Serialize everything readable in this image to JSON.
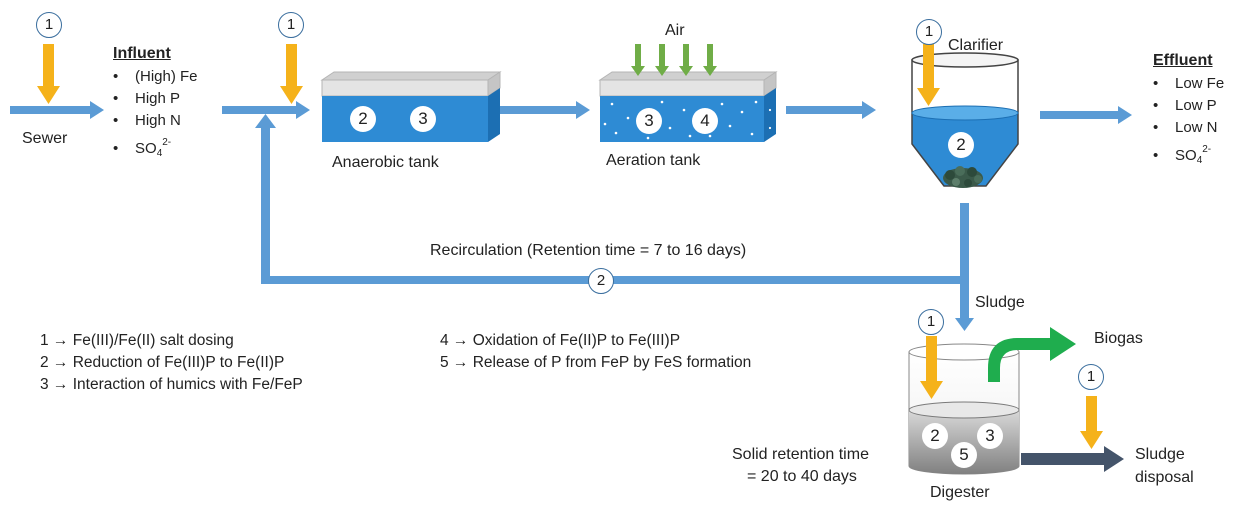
{
  "colors": {
    "flow": "#5b9bd5",
    "dosing": "#f5b21a",
    "biogas": "#1fad4e",
    "sludge_out": "#44546a",
    "water": "#2e8bd4",
    "air": "#70ad47"
  },
  "sewer_label": "Sewer",
  "influent": {
    "title": "Influent",
    "items": [
      "(High) Fe",
      "High P",
      "High N",
      "SO"
    ],
    "so4_sub": "4",
    "so4_sup": "2-"
  },
  "effluent": {
    "title": "Effluent",
    "items": [
      "Low Fe",
      "Low P",
      "Low N",
      "SO"
    ],
    "so4_sub": "4",
    "so4_sup": "2-"
  },
  "anaerobic_tank": {
    "label": "Anaerobic tank",
    "markers": [
      "2",
      "3"
    ]
  },
  "aeration_tank": {
    "label": "Aeration tank",
    "air_label": "Air",
    "markers": [
      "3",
      "4"
    ]
  },
  "clarifier": {
    "label": "Clarifier",
    "marker": "2"
  },
  "dosing_marker": "1",
  "recirculation": {
    "label": "Recirculation (Retention time = 7 to 16 days)",
    "marker": "2"
  },
  "sludge_label": "Sludge",
  "biogas_label": "Biogas",
  "digester": {
    "label": "Digester",
    "markers": [
      "2",
      "3",
      "5"
    ],
    "srt_line1": "Solid retention time",
    "srt_line2": "= 20 to 40 days"
  },
  "sludge_disposal": {
    "line1": "Sludge",
    "line2": "disposal"
  },
  "legend_left": [
    "1 → Fe(III)/Fe(II) salt dosing",
    "2 → Reduction of  Fe(III)P to Fe(II)P",
    "3 → Interaction of humics with Fe/FeP"
  ],
  "legend_right": [
    "4 → Oxidation of Fe(II)P to Fe(III)P",
    "5 → Release of P from FeP by FeS formation"
  ]
}
